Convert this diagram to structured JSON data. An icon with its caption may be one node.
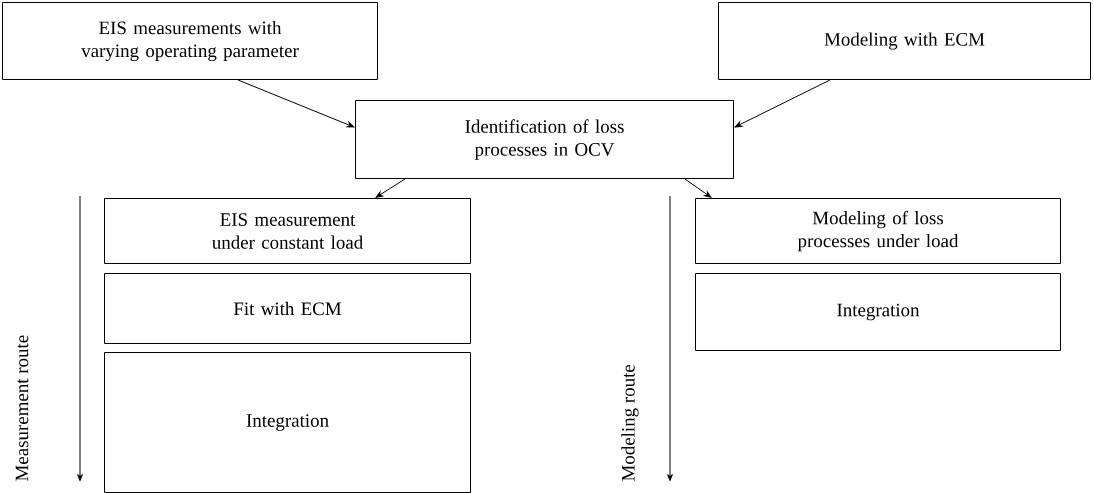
{
  "diagram": {
    "nodes": [
      {
        "text": [
          "EIS measurements with varying operating parameter"
        ]
      },
      {
        "text": [
          "Modeling with ECM"
        ]
      },
      {
        "text": [
          "Identification of loss processes in OCV"
        ]
      },
      {
        "text": [
          "EIS measurement under constant load"
        ]
      },
      {
        "text": [
          "Fit with ECM"
        ]
      },
      {
        "text": [
          "Integration"
        ]
      },
      {
        "text": [
          "Modeling of loss processes under load"
        ]
      },
      {
        "text": [
          "Integration"
        ]
      }
    ],
    "edges": [
      {
        "from": 0,
        "to": 2,
        "arrow": "to"
      },
      {
        "from": 1,
        "to": 2,
        "arrow": "to"
      },
      {
        "from": 2,
        "to": 3,
        "arrow": "to"
      },
      {
        "from": 2,
        "to": 6,
        "arrow": "to"
      }
    ],
    "labels": [
      "Measurement route",
      "Modeling route"
    ]
  }
}
